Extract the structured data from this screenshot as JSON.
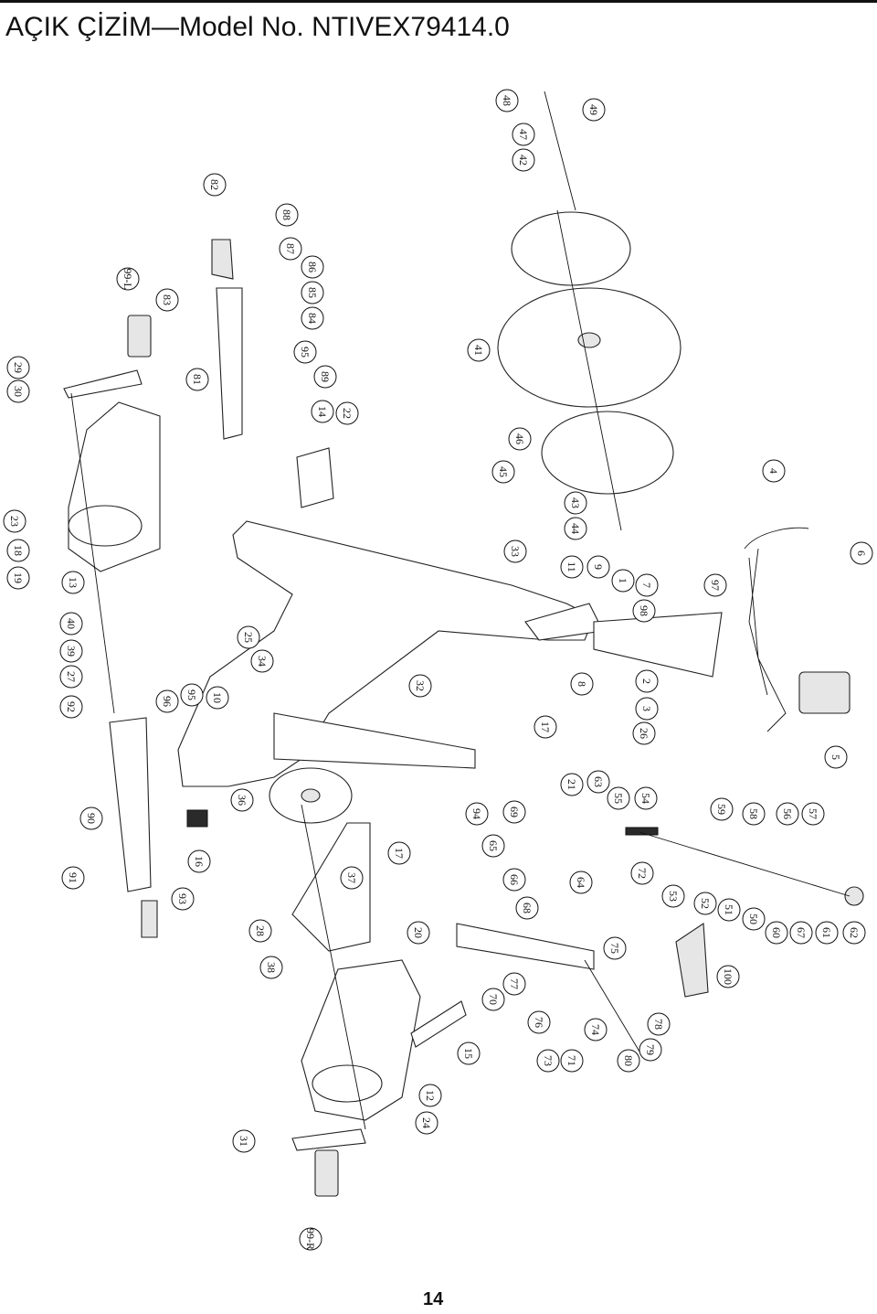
{
  "header": {
    "title": "AÇIK ÇİZİM—Model No. NTIVEX79414.0"
  },
  "footer": {
    "page_number": "14"
  },
  "callouts": [
    "48",
    "49",
    "47",
    "42",
    "82",
    "88",
    "87",
    "86",
    "85",
    "84",
    "99-L",
    "83",
    "95",
    "89",
    "14",
    "22",
    "41",
    "46",
    "45",
    "4",
    "29",
    "30",
    "81",
    "23",
    "18",
    "19",
    "13",
    "40",
    "39",
    "27",
    "92",
    "43",
    "44",
    "33",
    "11",
    "9",
    "1",
    "7",
    "98",
    "97",
    "6",
    "25",
    "34",
    "32",
    "96",
    "95",
    "10",
    "8",
    "2",
    "3",
    "26",
    "5",
    "17",
    "21",
    "63",
    "55",
    "54",
    "59",
    "58",
    "56",
    "57",
    "36",
    "90",
    "94",
    "69",
    "65",
    "16",
    "17",
    "37",
    "91",
    "93",
    "66",
    "64",
    "72",
    "68",
    "53",
    "52",
    "51",
    "50",
    "60",
    "67",
    "61",
    "62",
    "28",
    "20",
    "38",
    "75",
    "100",
    "70",
    "77",
    "76",
    "74",
    "78",
    "73",
    "71",
    "80",
    "79",
    "15",
    "12",
    "24",
    "31",
    "99-R"
  ]
}
